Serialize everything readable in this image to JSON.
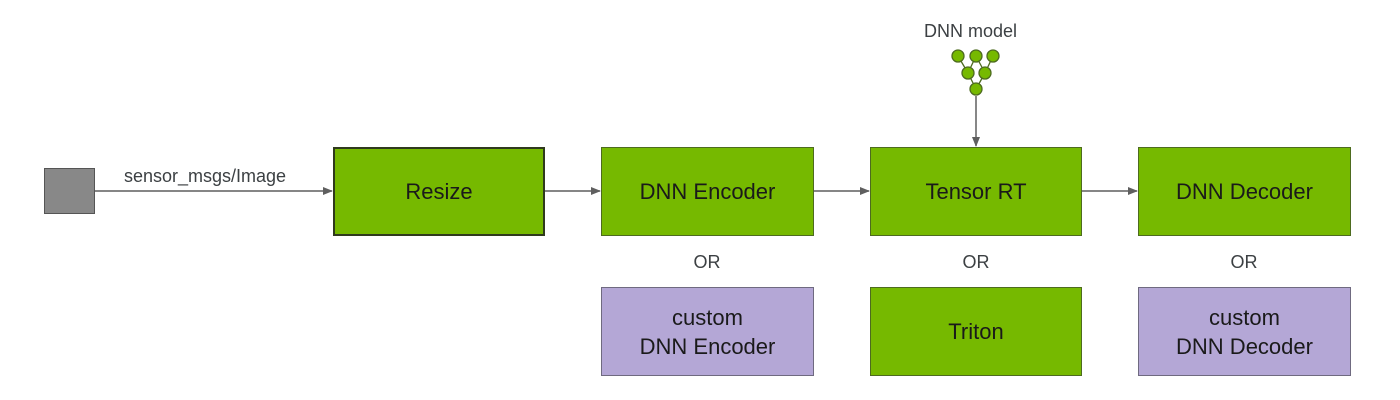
{
  "input_topic": "sensor_msgs/Image",
  "model_label": "DNN model",
  "nodes": {
    "resize": "Resize",
    "encoder": "DNN Encoder",
    "tensorrt": "Tensor RT",
    "decoder": "DNN Decoder",
    "custom_encoder": [
      "custom",
      "DNN Encoder"
    ],
    "triton": "Triton",
    "custom_decoder": [
      "custom",
      "DNN Decoder"
    ]
  },
  "or_label": "OR",
  "colors": {
    "nvidia_green": "#76b900",
    "custom_purple": "#b4a7d6",
    "source_gray": "#888888",
    "arrow": "#5f5f5f"
  }
}
